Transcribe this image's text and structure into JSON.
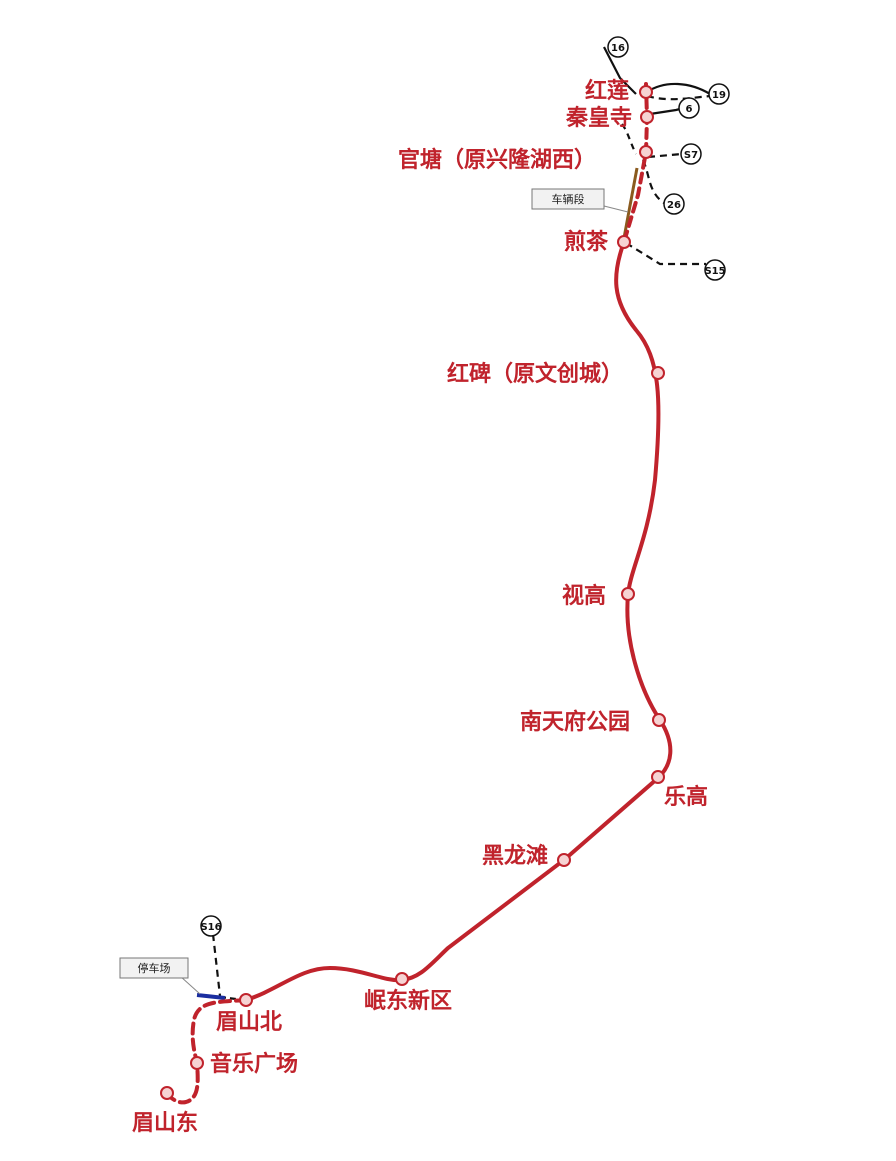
{
  "colors": {
    "line": "#c0232c",
    "connector": "#111111",
    "depot": "#1a2ea0"
  },
  "stations": [
    {
      "id": "honglian",
      "name": "红莲"
    },
    {
      "id": "qinhuangsi",
      "name": "秦皇寺"
    },
    {
      "id": "guantang",
      "name": "官塘（原兴隆湖西）"
    },
    {
      "id": "jiancha",
      "name": "煎茶"
    },
    {
      "id": "hongbei",
      "name": "红碑（原文创城）"
    },
    {
      "id": "shigao",
      "name": "视高"
    },
    {
      "id": "nantianfu",
      "name": "南天府公园"
    },
    {
      "id": "legao",
      "name": "乐高"
    },
    {
      "id": "heilongtan",
      "name": "黑龙滩"
    },
    {
      "id": "mindong",
      "name": "岷东新区"
    },
    {
      "id": "meishanbei",
      "name": "眉山北"
    },
    {
      "id": "yinyue",
      "name": "音乐广场"
    },
    {
      "id": "meishandong",
      "name": "眉山东"
    }
  ],
  "transfers": [
    {
      "id": "l16",
      "label": "16"
    },
    {
      "id": "l19",
      "label": "19"
    },
    {
      "id": "l6",
      "label": "6"
    },
    {
      "id": "s7",
      "label": "S7"
    },
    {
      "id": "l26",
      "label": "26"
    },
    {
      "id": "s15",
      "label": "S15"
    },
    {
      "id": "s16",
      "label": "S16"
    }
  ],
  "facilities": {
    "vehicle_depot": "车辆段",
    "parking_lot": "停车场"
  }
}
